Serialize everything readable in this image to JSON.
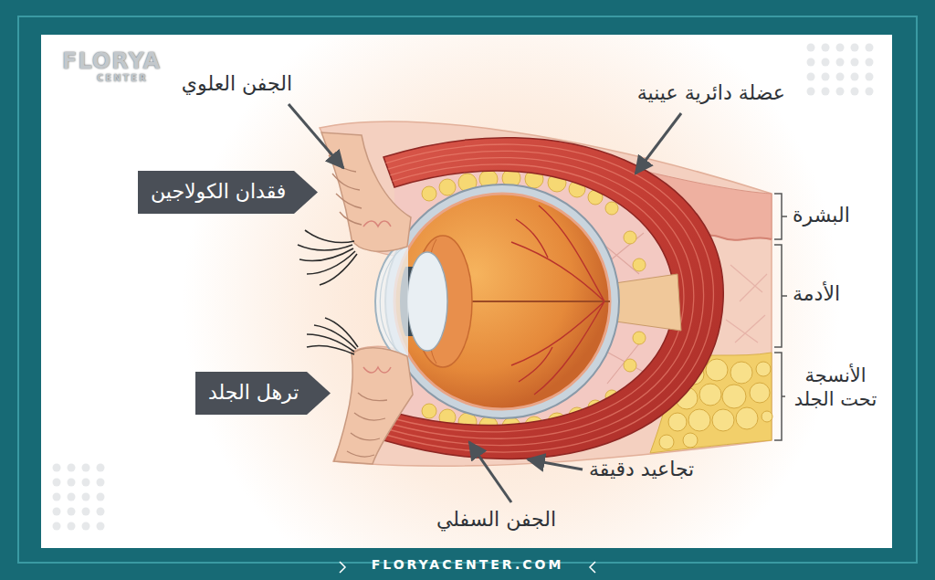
{
  "diagram": {
    "nodes": [
      {
        "text": [
          "فقدان الكولاجين"
        ]
      },
      {
        "text": [
          "ترهل الجلد"
        ]
      }
    ],
    "labels": [
      "FLORYA",
      "CENTER",
      "الجفن العلوي",
      "عضلة دائرية عينية",
      "البشرة",
      "الأدمة",
      "الأنسجة تحت الجلد",
      "تجاعيد دقيقة",
      "الجفن السفلي",
      "FLORYACENTER.COM"
    ]
  }
}
